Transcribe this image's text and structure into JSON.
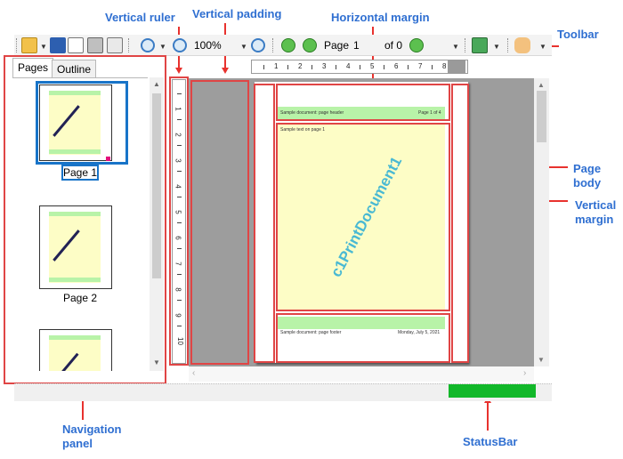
{
  "callouts": {
    "vertical_ruler": "Vertical ruler",
    "vertical_padding": "Vertical padding",
    "horizontal_margin": "Horizontal margin",
    "toolbar": "Toolbar",
    "page_body_line1": "Page",
    "page_body_line2": "body",
    "vertical_margin_line1": "Vertical",
    "vertical_margin_line2": "margin",
    "navigation_panel_line1": "Navigation",
    "navigation_panel_line2": "panel",
    "statusbar": "StatusBar"
  },
  "toolbar": {
    "zoom_value": "100%",
    "page_label": "Page",
    "page_number": "1",
    "page_of": "of 0",
    "icons": [
      "open-folder-icon",
      "save-icon",
      "new-page-icon",
      "print-icon",
      "page-setup-icon",
      "zoom-in-icon",
      "zoom-out-icon",
      "zoom-plus-icon",
      "first-page-icon",
      "previous-page-icon",
      "next-page-icon",
      "view-mode-icon",
      "hand-tool-icon"
    ]
  },
  "nav_panel": {
    "tabs": [
      {
        "label": "Pages",
        "active": true
      },
      {
        "label": "Outline",
        "active": false
      }
    ],
    "thumbnails": [
      {
        "label": "Page 1",
        "selected": true
      },
      {
        "label": "Page 2",
        "selected": false
      },
      {
        "label": "",
        "selected": false
      }
    ]
  },
  "ruler": {
    "horizontal_ticks": [
      "1",
      "2",
      "3",
      "4",
      "5",
      "6",
      "7",
      "8"
    ],
    "vertical_ticks": [
      "1",
      "2",
      "3",
      "4",
      "5",
      "6",
      "7",
      "8",
      "9",
      "10"
    ]
  },
  "document": {
    "header_left": "Sample document: page header",
    "header_right": "Page 1 of 4",
    "body_text": "Sample text on page 1",
    "watermark": "c1PrintDocument1",
    "footer_left": "Sample document: page footer",
    "footer_right": "Monday, July 5, 2021"
  },
  "colors": {
    "callout_text": "#2f6fd1",
    "arrow": "#e8322e",
    "highlight_box": "#e04545",
    "page_body": "#fdfdc6",
    "header_footer": "#b8f3a8",
    "watermark": "#49b9d3",
    "status_progress": "#12b82a",
    "selection": "#1874c8"
  }
}
